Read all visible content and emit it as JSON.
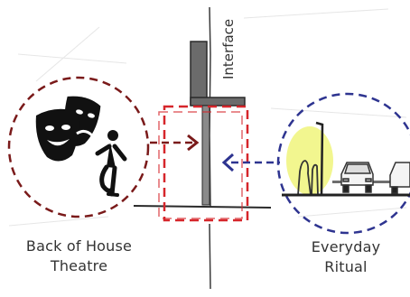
{
  "interface_label": "Interface",
  "left_circle": {
    "line1": "Back of House",
    "line2": "Theatre"
  },
  "right_circle": {
    "line1": "Everyday",
    "line2": "Ritual"
  },
  "colors": {
    "left_circle": "#7a1a1a",
    "right_circle": "#2e3490",
    "box": "#d6262b",
    "ink": "#1e1e1e",
    "glow": "#eef36a"
  },
  "icons": [
    "theatre-masks-icon",
    "dancer-icon",
    "street-lamp-icon",
    "car-icon"
  ]
}
